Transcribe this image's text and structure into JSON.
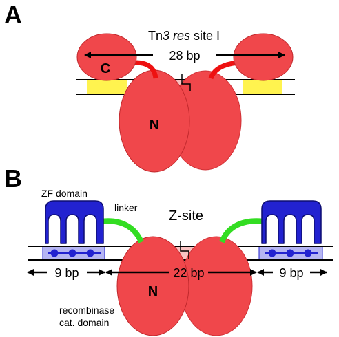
{
  "panel_a": {
    "letter": "A",
    "title_pre": "Tn",
    "title_ital": "3 res",
    "title_post": " site I",
    "span_label": "28 bp",
    "domain_c": "C",
    "domain_n": "N"
  },
  "panel_b": {
    "letter": "B",
    "zf_label": "ZF domain",
    "linker_label": "linker",
    "site_label": "Z-site",
    "left_span": "9 bp",
    "center_span": "22 bp",
    "right_span": "9 bp",
    "domain_n": "N",
    "cat_label_1": "recombinase",
    "cat_label_2": "cat. domain"
  },
  "colors": {
    "recombinase": "#f0474b",
    "recombinase_stroke": "#c0282c",
    "dna_center": "#f9c2c2",
    "binding_site_a": "#fff34f",
    "zf_domain": "#2222d0",
    "zf_site": "#b5b5f2",
    "linker_b": "#33dd22",
    "linker_a": "#ee1111"
  }
}
